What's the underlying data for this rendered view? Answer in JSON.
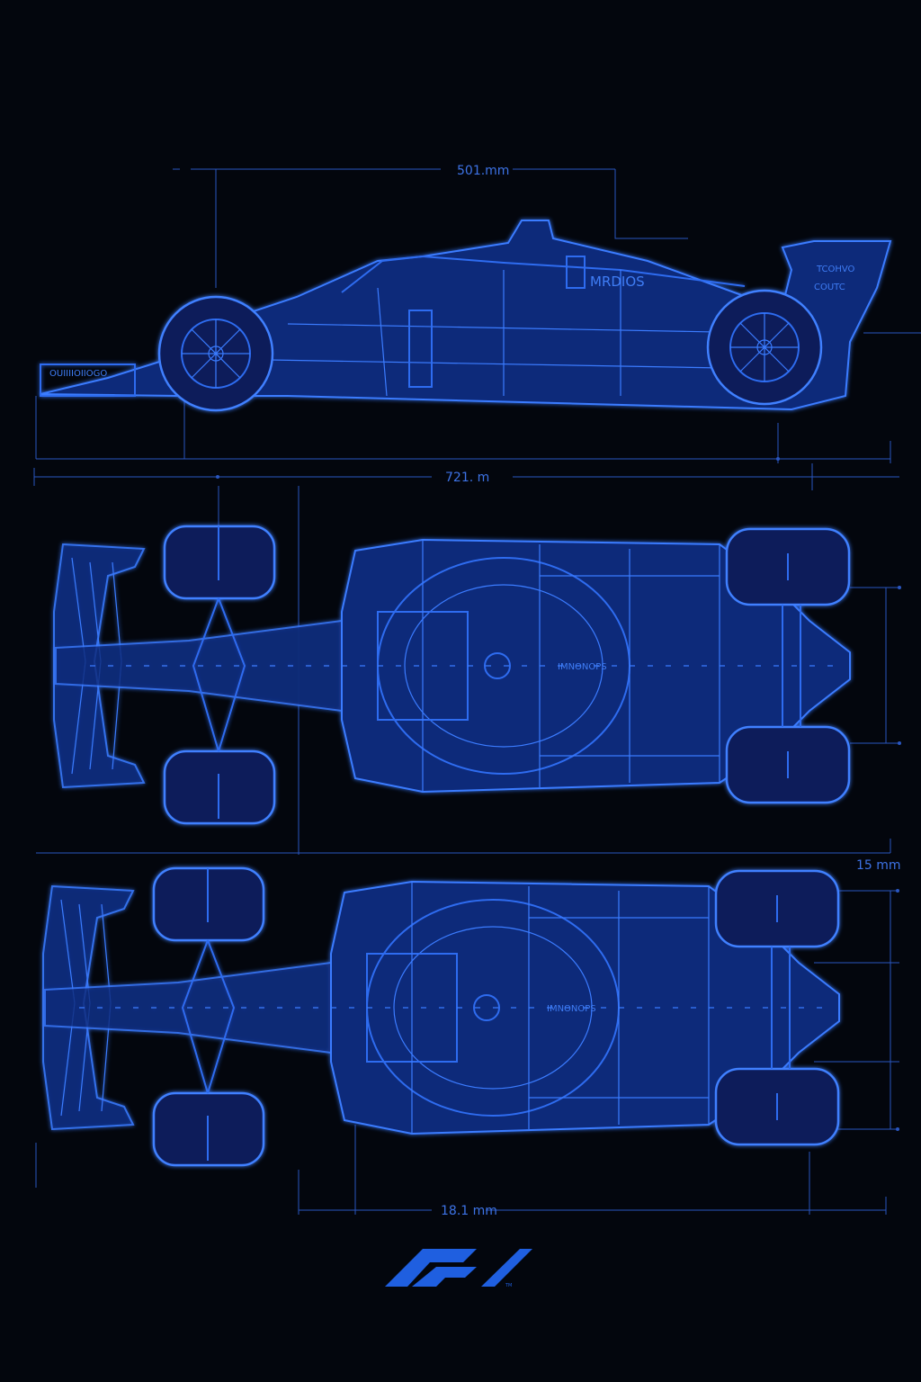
{
  "dimensions": {
    "top_length": "501.mm",
    "overall_length": "721. m",
    "track_width": "15 mm",
    "bottom_length": "18.1 mm"
  },
  "side_view": {
    "sidepod_label": "MRDIOS",
    "rear_wing_label_1": "TCOHVO",
    "rear_wing_label_2": "COUTC",
    "front_wing_label": "OUIIIIOIIOGO"
  },
  "top_view": {
    "engine_label": "IMNONOPS"
  },
  "bottom_view": {
    "engine_label": "IMNONOPS"
  },
  "logo": {
    "text": "F1",
    "trademark": "TM"
  },
  "colors": {
    "background": "#03060d",
    "line": "#2f6cf0",
    "fill": "#0f2a7a"
  }
}
